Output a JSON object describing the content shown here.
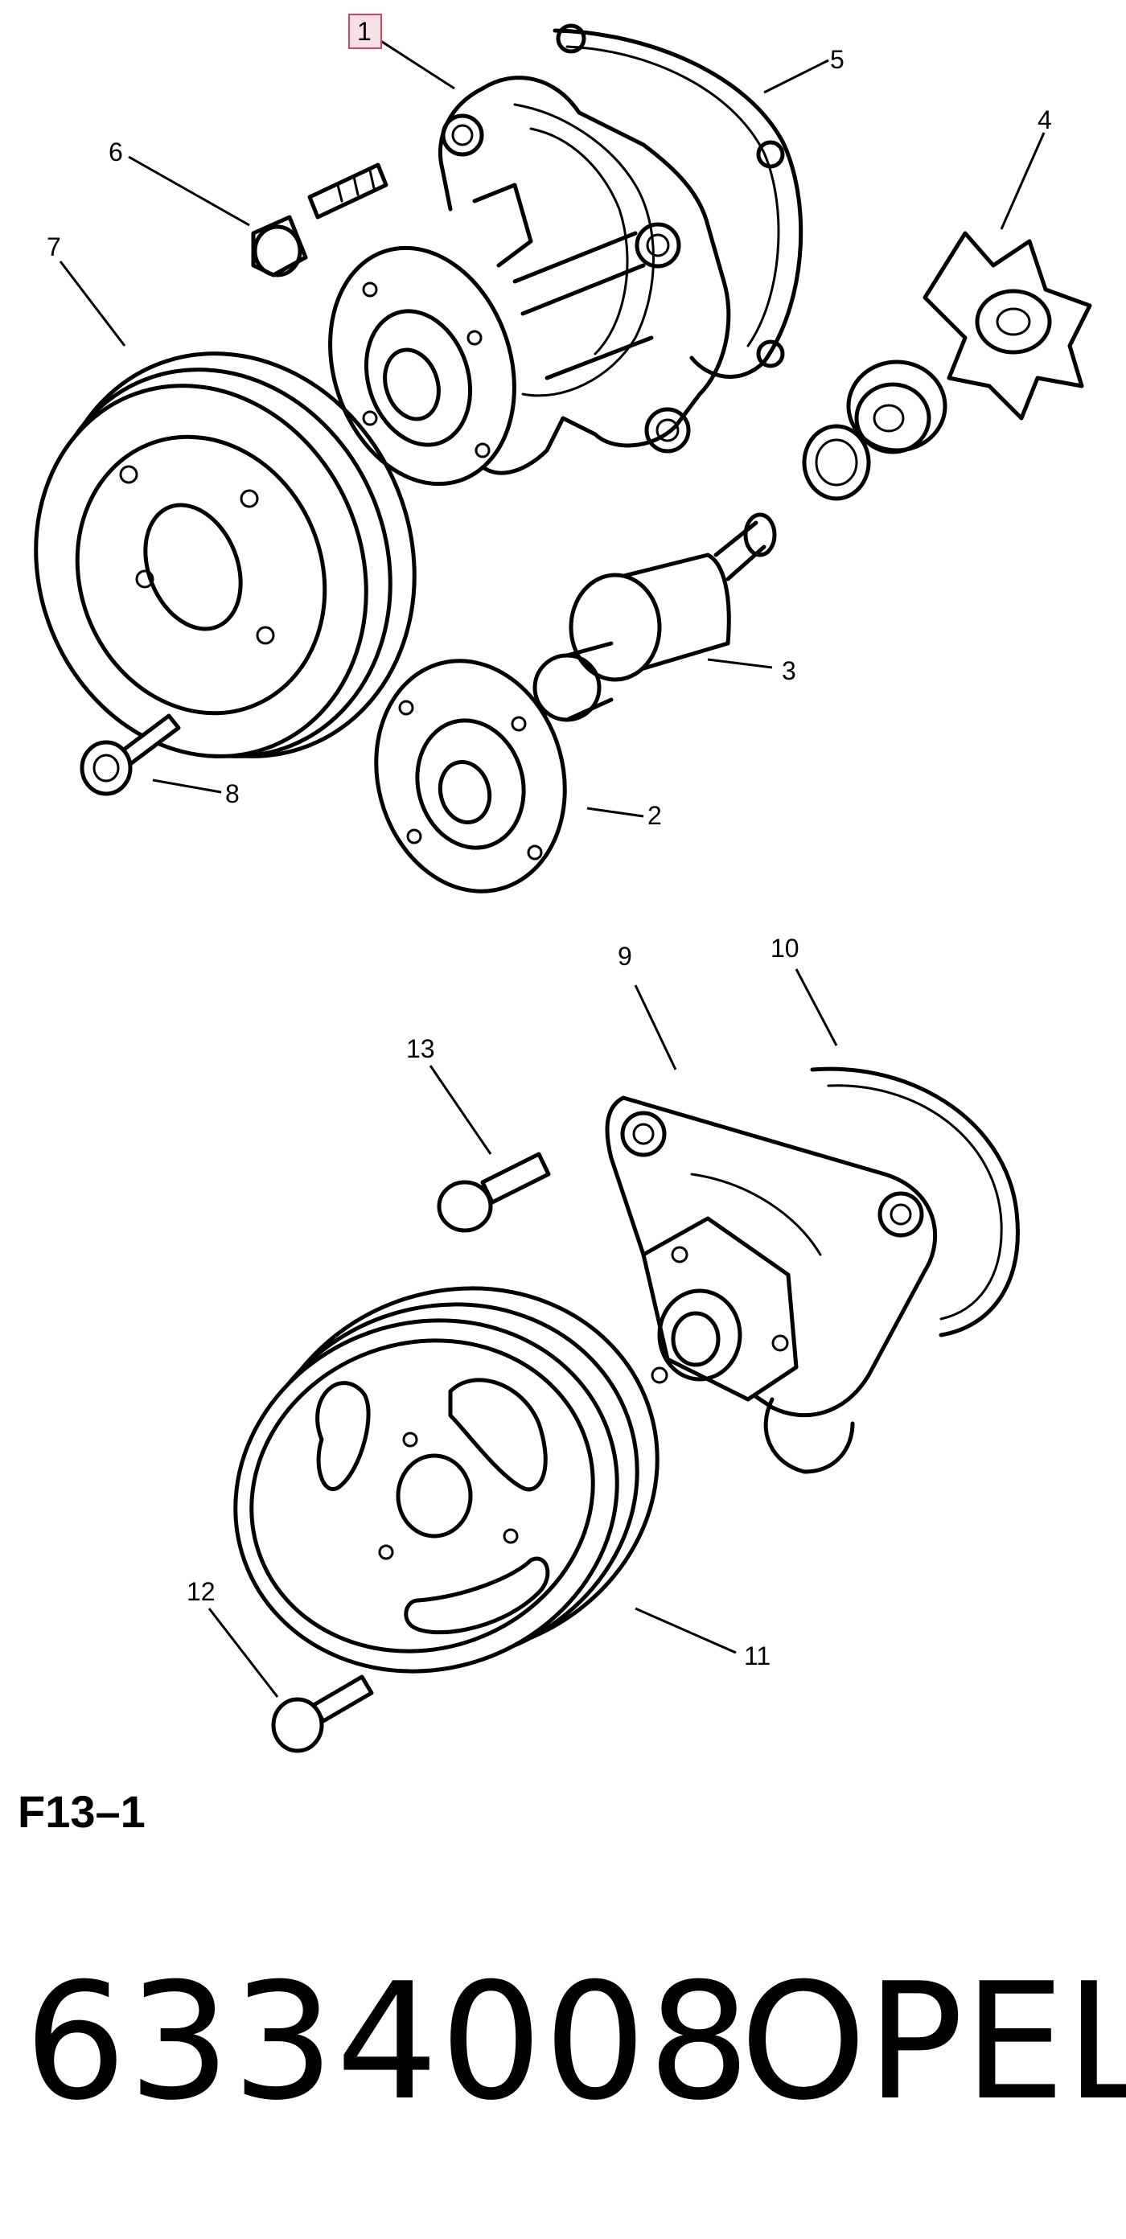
{
  "diagram": {
    "callouts": {
      "c1": "1",
      "c2": "2",
      "c3": "3",
      "c4": "4",
      "c5": "5",
      "c6": "6",
      "c7": "7",
      "c8": "8",
      "c9": "9",
      "c10": "10",
      "c11": "11",
      "c12": "12",
      "c13": "13"
    },
    "highlight_color": "#f8e0e6",
    "highlight_border": "#d0455f"
  },
  "figure_code": "F13–1",
  "footer": {
    "part_number": "6334008",
    "brand": "OPEL"
  }
}
